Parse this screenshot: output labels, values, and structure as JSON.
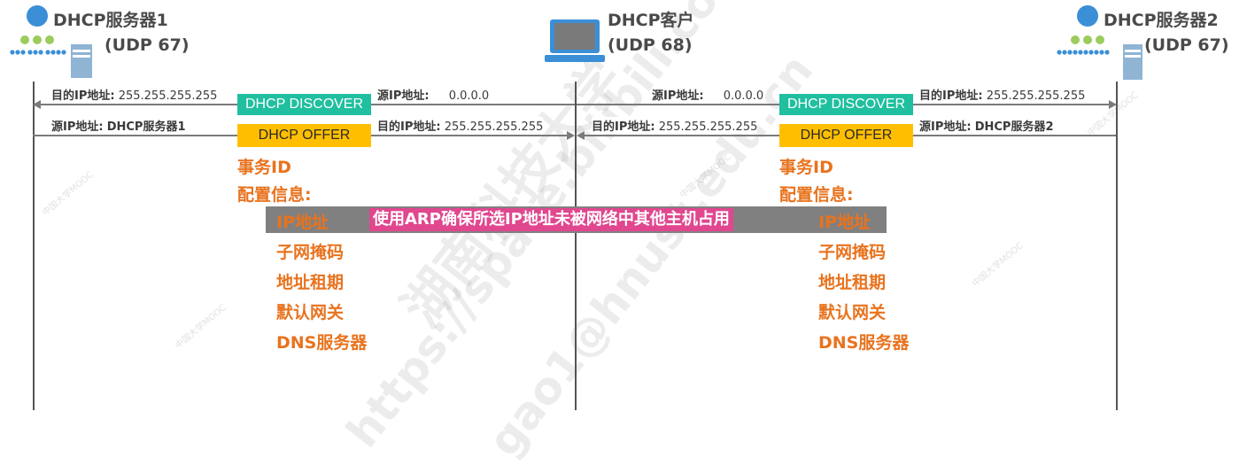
{
  "nodes": {
    "server1": {
      "title": "DHCP服务器1",
      "port": "(UDP 67)"
    },
    "client": {
      "title": "DHCP客户",
      "port": "(UDP 68)"
    },
    "server2": {
      "title": "DHCP服务器2",
      "port": "(UDP 67)"
    }
  },
  "left": {
    "row1_dst_label": "目的IP地址:",
    "row1_dst_value": "255.255.255.255",
    "row2_src_label": "源IP地址:",
    "row2_src_value": "DHCP服务器1",
    "right_row1_label": "源IP地址:",
    "right_row1_value": "0.0.0.0",
    "right_row2_label": "目的IP地址:",
    "right_row2_value": "255.255.255.255"
  },
  "right": {
    "row1_src_label": "源IP地址:",
    "row1_src_value": "0.0.0.0",
    "row2_dst_label": "目的IP地址:",
    "row2_dst_value": "255.255.255.255",
    "far_row1_label": "目的IP地址:",
    "far_row1_value": "255.255.255.255",
    "far_row2_label": "源IP地址:",
    "far_row2_value": "DHCP服务器2"
  },
  "messages": {
    "discover": "DHCP DISCOVER",
    "offer": "DHCP OFFER"
  },
  "offer_contents": {
    "transaction_id": "事务ID",
    "config_info": "配置信息:",
    "ip_address": "IP地址",
    "subnet_mask": "子网掩码",
    "lease": "地址租期",
    "gateway": "默认网关",
    "dns": "DNS服务器"
  },
  "banner": "使用ARP确保所选IP地址未被网络中其他主机占用",
  "watermarks": {
    "w1": "湖南科技大学",
    "w2": "https://space.bilibili.com/",
    "w3": "gao1@hnust.edu.cn",
    "w4": "中国大学MOOC"
  },
  "colors": {
    "discover": "#1fbf9f",
    "offer": "#ffbf00",
    "accent_orange": "#e8731e",
    "banner": "#e0478f",
    "icon_blue": "#3a8fd6",
    "icon_green": "#9ccc5c"
  },
  "icons": {
    "server1": "server-network-icon",
    "client": "laptop-icon",
    "server2": "server-network-icon"
  }
}
